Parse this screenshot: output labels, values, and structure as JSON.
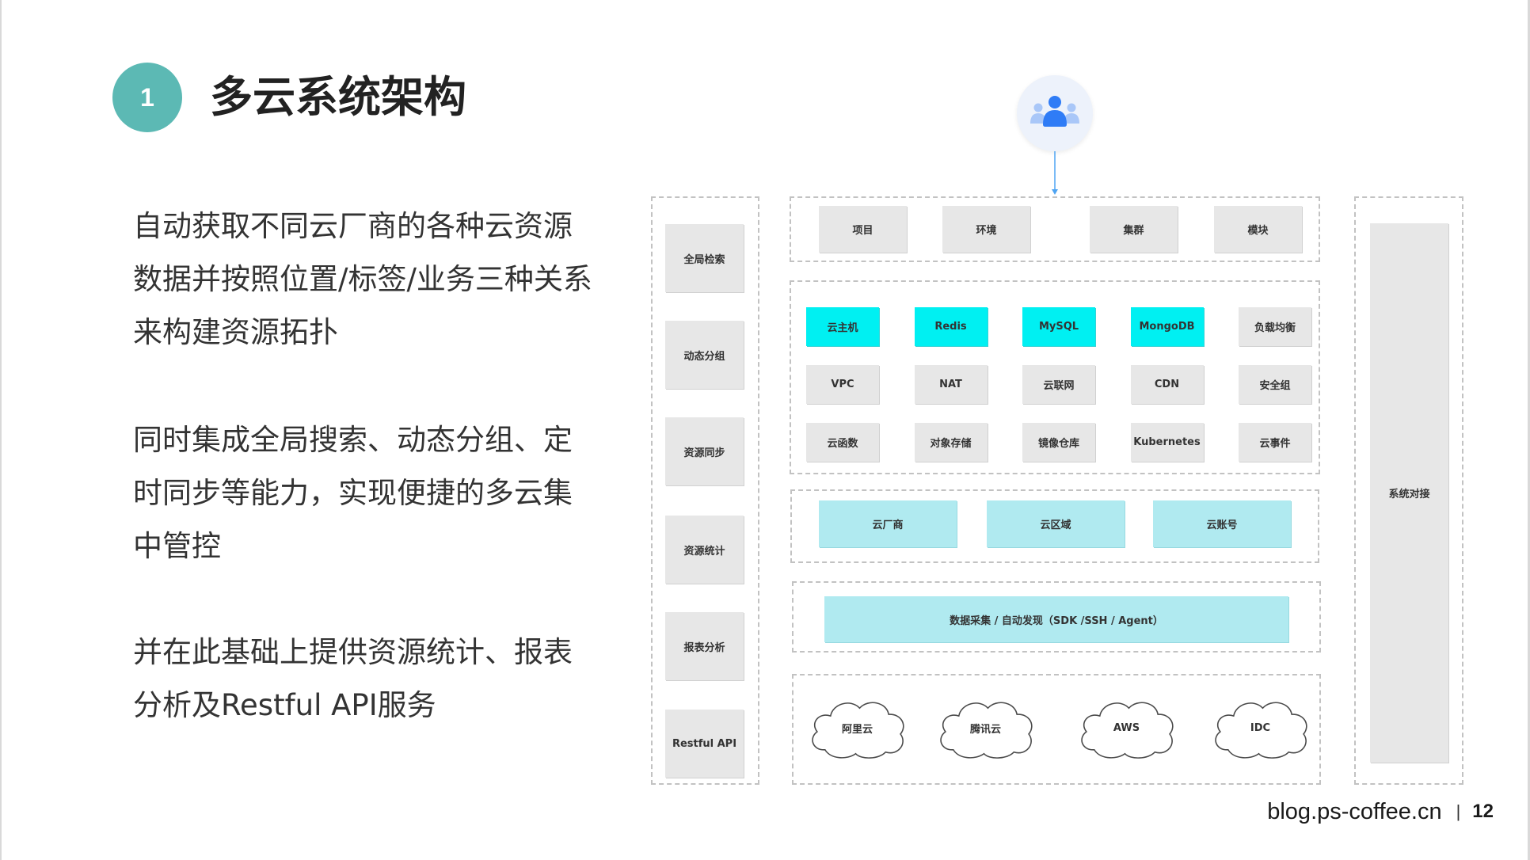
{
  "slide": {
    "number_badge": "1",
    "title": "多云系统架构",
    "paragraphs": [
      [
        "自动获取不同云厂商的各种云资源",
        "数据并按照位置/标签/业务三种关系",
        "来构建资源拓扑"
      ],
      [
        "同时集成全局搜索、动态分组、定",
        "时同步等能力，实现便捷的多云集",
        "中管控"
      ],
      [
        "并在此基础上提供资源统计、报表",
        "分析及Restful API服务"
      ]
    ],
    "footer": {
      "site": "blog.ps-coffee.cn",
      "separator": "|",
      "page_number": "12"
    }
  },
  "diagram": {
    "user_icon": "users-icon",
    "arrow_icon": "arrow-down-icon",
    "provider_shape": "cloud-icon",
    "left_column": [
      "全局检索",
      "动态分组",
      "资源同步",
      "资源统计",
      "报表分析",
      "Restful API"
    ],
    "right_column": "系统对接",
    "top_row": [
      "项目",
      "环境",
      "集群",
      "模块"
    ],
    "resources": [
      [
        {
          "label": "云主机",
          "highlighted": true
        },
        {
          "label": "Redis",
          "highlighted": true
        },
        {
          "label": "MySQL",
          "highlighted": true
        },
        {
          "label": "MongoDB",
          "highlighted": true
        },
        {
          "label": "负载均衡",
          "highlighted": false
        }
      ],
      [
        {
          "label": "VPC",
          "highlighted": false
        },
        {
          "label": "NAT",
          "highlighted": false
        },
        {
          "label": "云联网",
          "highlighted": false
        },
        {
          "label": "CDN",
          "highlighted": false
        },
        {
          "label": "安全组",
          "highlighted": false
        }
      ],
      [
        {
          "label": "云函数",
          "highlighted": false
        },
        {
          "label": "对象存储",
          "highlighted": false
        },
        {
          "label": "镜像仓库",
          "highlighted": false
        },
        {
          "label": "Kubernetes",
          "highlighted": false
        },
        {
          "label": "云事件",
          "highlighted": false
        }
      ]
    ],
    "cloud_scope": [
      "云厂商",
      "云区域",
      "云账号"
    ],
    "collection_layer": "数据采集 / 自动发现（SDK /SSH / Agent）",
    "providers": [
      "阿里云",
      "腾讯云",
      "AWS",
      "IDC"
    ]
  },
  "colors": {
    "badge": "#5cb9b4",
    "highlight": "#00f0f2",
    "box": "#e7e7e7",
    "light_cyan": "#b0eaf0",
    "user_icon": "#2f7cf6",
    "user_icon_light": "#a9c7f8",
    "avatar_bg": "#edf2fb",
    "arrow": "#4ea4f2",
    "dashed_border": "#c2c2c2"
  }
}
